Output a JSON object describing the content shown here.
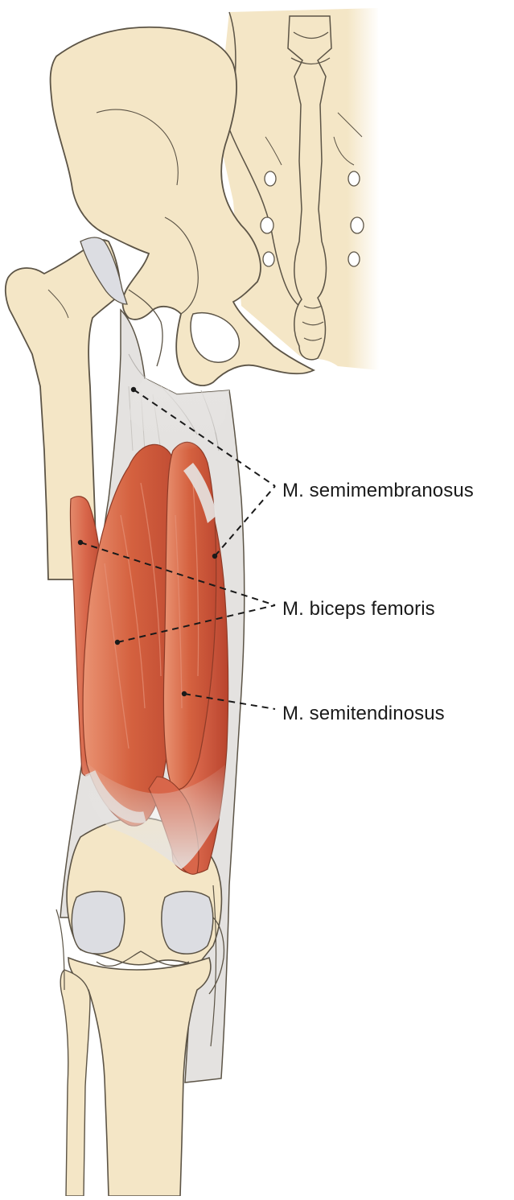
{
  "labels": {
    "semimembranosus": "M. semimembranosus",
    "biceps_femoris": "M. biceps femoris",
    "semitendinosus": "M. semitendinosus"
  },
  "colors": {
    "bone": "#f4e6c6",
    "bone_outline": "#5c5446",
    "cartilage": "#dcdde2",
    "tendon": "#e4e2e0",
    "muscle": "#d8664a",
    "muscle_dark": "#b9442d",
    "muscle_light": "#ea9373",
    "leader_line": "#1a1a1a"
  }
}
